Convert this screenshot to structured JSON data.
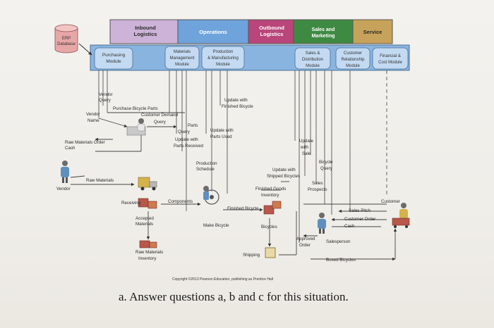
{
  "database": {
    "line1": "ERP",
    "line2": "Database"
  },
  "value_chain": {
    "inbound": "Inbound",
    "inbound2": "Logistics",
    "operations": "Operations",
    "outbound": "Outbound",
    "outbound2": "Logistics",
    "sales": "Sales and",
    "sales2": "Marketing",
    "service": "Service"
  },
  "modules": {
    "purchasing1": "Purchasing",
    "purchasing2": "Module",
    "materials1": "Materials",
    "materials2": "Management",
    "materials3": "Module",
    "production1": "Production",
    "production2": "& Manufacturing",
    "production3": "Module",
    "sales_dist1": "Sales &",
    "sales_dist2": "Distribution",
    "sales_dist3": "Module",
    "crm1": "Customer",
    "crm2": "Relationship",
    "crm3": "Module",
    "finance1": "Financial &",
    "finance2": "Cost Module"
  },
  "flows": {
    "vendor_query1": "Vendor",
    "vendor_query2": "Query",
    "purchase_parts": "Purchase Bicycle Parts",
    "vendor_name1": "Vendor",
    "vendor_name2": "Name",
    "customer_demand": "Customer Demand",
    "query": "Query",
    "parts_query1": "Parts",
    "parts_query2": "Query",
    "update_finished1": "Update with",
    "update_finished2": "Finished Bicycle",
    "update_parts_used1": "Update with",
    "update_parts_used2": "Parts Used",
    "update_parts_received1": "Update with",
    "update_parts_received2": "Parts Received",
    "raw_order1": "Raw Materials Order",
    "raw_order2": "Cash",
    "production_schedule1": "Production",
    "production_schedule2": "Schedule",
    "update_with_sale1": "Update",
    "update_with_sale2": "with",
    "update_with_sale3": "Sale",
    "update_shipped1": "Update with",
    "update_shipped2": "Shipped Bicycles",
    "bicycle_query1": "Bicycle",
    "bicycle_query2": "Query",
    "sales_prospects1": "Sales",
    "sales_prospects2": "Prospects",
    "finished_goods1": "Finished Goods",
    "finished_goods2": "Inventory",
    "vendor": "Vendor",
    "raw_materials": "Raw Materials",
    "customer": "Customer",
    "receiving": "Receiving",
    "components": "Components",
    "finished_bicycle": "Finished Bicycle",
    "make_bicycle": "Make Bicycle",
    "bicycles": "Bicycles",
    "accepted1": "Accepted",
    "accepted2": "Materials",
    "sales_pitch": "Sales Pitch",
    "customer_order": "Customer Order",
    "cash": "Cash",
    "approved1": "Approved",
    "approved2": "Order",
    "salesperson": "Salesperson",
    "raw_inventory1": "Raw Materials",
    "raw_inventory2": "Inventory",
    "shipping": "Shipping",
    "boxed_bicycles": "Boxed Bicycles"
  },
  "copyright": "Copyright ©2013 Pearson Education, publishing as Prentice Hall",
  "question": "a.  Answer questions a, b and c for this situation.",
  "colors": {
    "inbound": "#cdb3d8",
    "operations": "#6fa3dc",
    "outbound": "#b9457a",
    "sales": "#3f8a43",
    "service": "#c7a25a",
    "module_band": "#8ab4e0",
    "module_box": "#c3daf2"
  }
}
